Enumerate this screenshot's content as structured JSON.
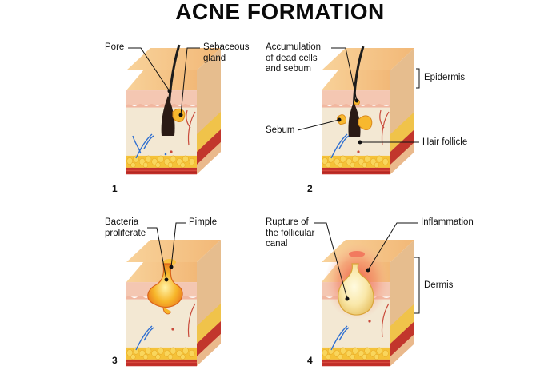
{
  "title": "ACNE FORMATION",
  "labels": {
    "pore": "Pore",
    "sebaceous_gland": "Sebaceous\ngland",
    "accumulation": "Accumulation\nof dead cells\nand sebum",
    "epidermis": "Epidermis",
    "sebum": "Sebum",
    "hair_follicle": "Hair follicle",
    "bacteria": "Bacteria\nproliferate",
    "pimple": "Pimple",
    "rupture": "Rupture of\nthe follicular\ncanal",
    "inflammation": "Inflammation",
    "dermis": "Dermis"
  },
  "panels": [
    {
      "number": "1"
    },
    {
      "number": "2"
    },
    {
      "number": "3"
    },
    {
      "number": "4"
    }
  ],
  "colors": {
    "top_face": "#f6c98a",
    "epidermis": "#f4c8b0",
    "dermis": "#f3e6cf",
    "side_face": "#eab98c",
    "fat": "#f5c437",
    "muscle": "#c8322a",
    "hair": "#1c1c1c",
    "sebum": "#f7b82e",
    "vein": "#2f6fd1",
    "artery": "#c94a3a"
  }
}
